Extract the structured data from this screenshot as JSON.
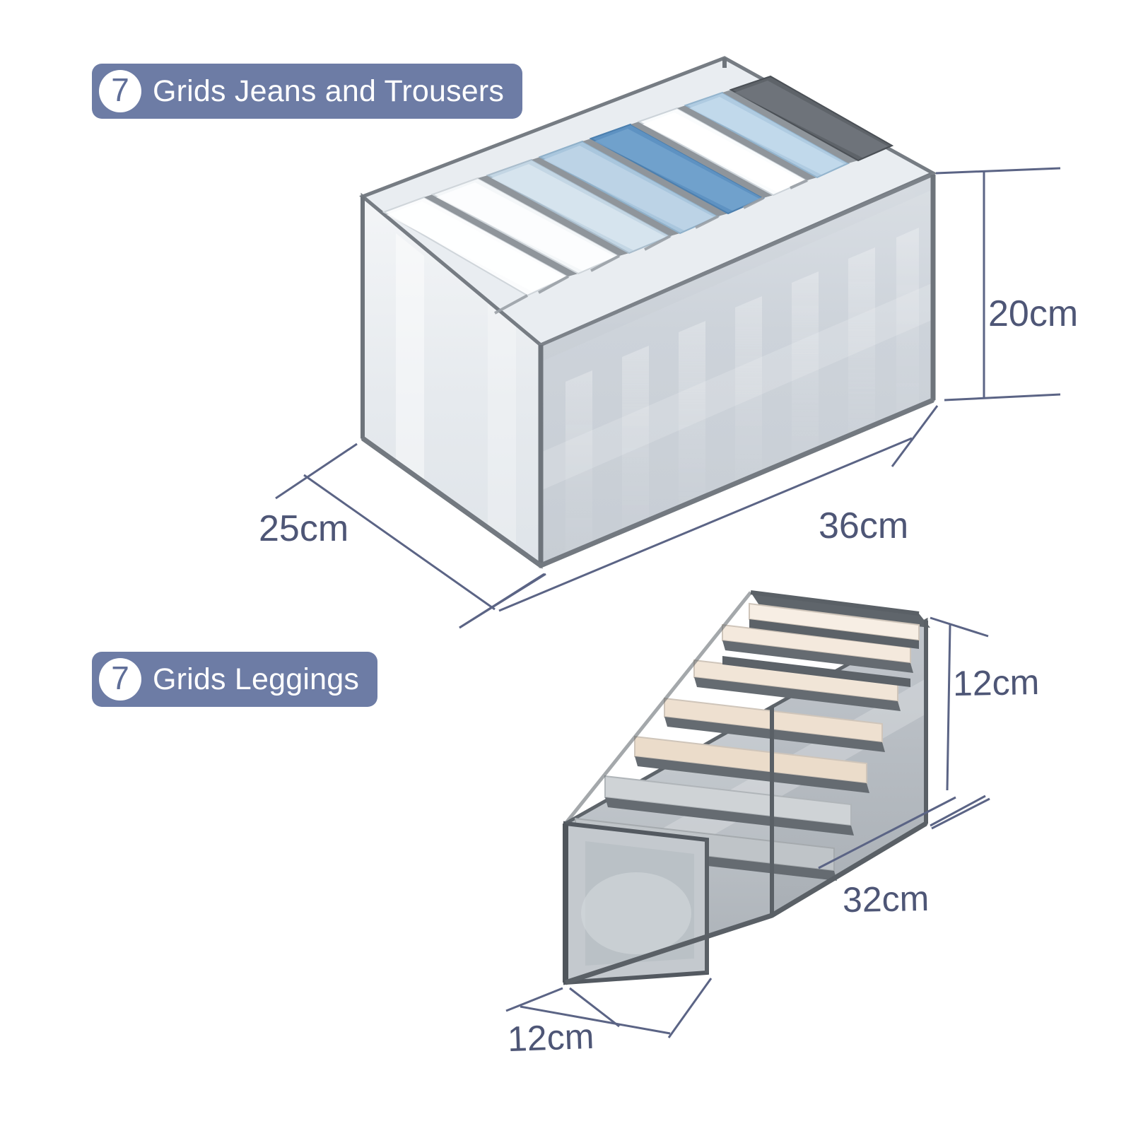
{
  "page": {
    "background": "#ffffff",
    "accent": "#6d7ca5",
    "dimension_text_color": "#4e5676"
  },
  "badges": [
    {
      "count": "7",
      "label": "Grids Jeans and Trousers",
      "name": "badge-jeans"
    },
    {
      "count": "7",
      "label": "Grids Leggings",
      "name": "badge-leggings"
    }
  ],
  "products": [
    {
      "name": "jeans-and-trousers-organizer",
      "title": "7 Grids Jeans and Trousers",
      "grids": 7,
      "dimensions": {
        "height": "20cm",
        "depth": "25cm",
        "width": "36cm"
      },
      "body_color": "#cfd4da",
      "trim_color": "#6a7078",
      "contents": [
        {
          "slot": 1,
          "item": "rolled jeans",
          "color": "#f2f4f6"
        },
        {
          "slot": 2,
          "item": "rolled jeans",
          "color": "#eef1f4"
        },
        {
          "slot": 3,
          "item": "rolled jeans",
          "color": "#b8cede"
        },
        {
          "slot": 4,
          "item": "rolled jeans",
          "color": "#9dbcd6"
        },
        {
          "slot": 5,
          "item": "rolled jeans",
          "color": "#5b8fc0"
        },
        {
          "slot": 6,
          "item": "rolled jeans",
          "color": "#f4f6f8"
        },
        {
          "slot": 7,
          "item": "rolled jeans",
          "color": "#a6c4dc"
        },
        {
          "slot": 8,
          "item": "rolled jeans",
          "color": "#5c6066"
        }
      ]
    },
    {
      "name": "leggings-organizer",
      "title": "7 Grids Leggings",
      "grids": 7,
      "dimensions": {
        "height": "12cm",
        "depth": "12cm",
        "width": "32cm"
      },
      "body_color": "#b9bec4",
      "trim_color": "#5c6268",
      "contents": [
        {
          "slot": 1,
          "item": "folded leggings",
          "color": "#a9b0b6"
        },
        {
          "slot": 2,
          "item": "folded leggings",
          "color": "#c4c9cd"
        },
        {
          "slot": 3,
          "item": "folded leggings",
          "color": "#e9ddd0"
        },
        {
          "slot": 4,
          "item": "folded leggings",
          "color": "#efe2d4"
        },
        {
          "slot": 5,
          "item": "folded leggings",
          "color": "#f1e5d8"
        },
        {
          "slot": 6,
          "item": "folded leggings",
          "color": "#f3e7db"
        },
        {
          "slot": 7,
          "item": "folded leggings",
          "color": "#f6ece2"
        }
      ]
    }
  ],
  "dimension_labels": {
    "jeans_height": "20cm",
    "jeans_depth": "25cm",
    "jeans_width": "36cm",
    "leggings_height": "12cm",
    "leggings_length": "32cm",
    "leggings_width": "12cm"
  }
}
